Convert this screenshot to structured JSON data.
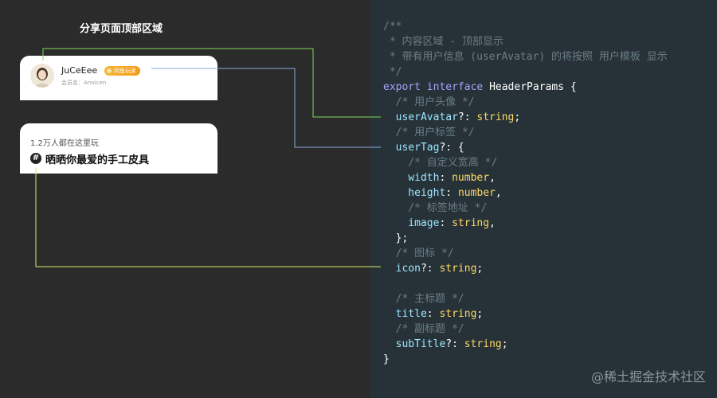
{
  "left": {
    "title": "分享页面顶部区域",
    "user_card": {
      "name": "JuCeEee",
      "tag": "闲鱼玩家",
      "meta": "会员名：Annicen"
    },
    "topic_card": {
      "count": "1.2万人都在这里玩",
      "icon": "#",
      "title": "晒晒你最爱的手工皮具"
    }
  },
  "code": {
    "lines": [
      [
        {
          "t": "/**",
          "c": "comment"
        }
      ],
      [
        {
          "t": " * 内容区域 - 顶部显示",
          "c": "comment"
        }
      ],
      [
        {
          "t": " * 带有用户信息 (userAvatar) 的将按照 用户模板 显示",
          "c": "comment"
        }
      ],
      [
        {
          "t": " */",
          "c": "comment"
        }
      ],
      [
        {
          "t": "export",
          "c": "keyword"
        },
        {
          "t": " ",
          "c": "punc"
        },
        {
          "t": "interface",
          "c": "keyword"
        },
        {
          "t": " HeaderParams {",
          "c": "punc"
        }
      ],
      [
        {
          "t": "  /* 用户头像 */",
          "c": "comment"
        }
      ],
      [
        {
          "t": "  userAvatar",
          "c": "prop"
        },
        {
          "t": "?: ",
          "c": "punc"
        },
        {
          "t": "string",
          "c": "type"
        },
        {
          "t": ";",
          "c": "punc"
        }
      ],
      [
        {
          "t": "  /* 用户标签 */",
          "c": "comment"
        }
      ],
      [
        {
          "t": "  userTag",
          "c": "prop"
        },
        {
          "t": "?: {",
          "c": "punc"
        }
      ],
      [
        {
          "t": "    /* 自定义宽高 */",
          "c": "comment"
        }
      ],
      [
        {
          "t": "    width",
          "c": "prop"
        },
        {
          "t": ": ",
          "c": "punc"
        },
        {
          "t": "number",
          "c": "type"
        },
        {
          "t": ",",
          "c": "punc"
        }
      ],
      [
        {
          "t": "    height",
          "c": "prop"
        },
        {
          "t": ": ",
          "c": "punc"
        },
        {
          "t": "number",
          "c": "type"
        },
        {
          "t": ",",
          "c": "punc"
        }
      ],
      [
        {
          "t": "    /* 标签地址 */",
          "c": "comment"
        }
      ],
      [
        {
          "t": "    image",
          "c": "prop"
        },
        {
          "t": ": ",
          "c": "punc"
        },
        {
          "t": "string",
          "c": "type"
        },
        {
          "t": ",",
          "c": "punc"
        }
      ],
      [
        {
          "t": "  };",
          "c": "punc"
        }
      ],
      [
        {
          "t": "  /* 图标 */",
          "c": "comment"
        }
      ],
      [
        {
          "t": "  icon",
          "c": "prop"
        },
        {
          "t": "?: ",
          "c": "punc"
        },
        {
          "t": "string",
          "c": "type"
        },
        {
          "t": ";",
          "c": "punc"
        }
      ],
      [],
      [
        {
          "t": "  /* 主标题 */",
          "c": "comment"
        }
      ],
      [
        {
          "t": "  title",
          "c": "prop"
        },
        {
          "t": ": ",
          "c": "punc"
        },
        {
          "t": "string",
          "c": "type"
        },
        {
          "t": ";",
          "c": "punc"
        }
      ],
      [
        {
          "t": "  /* 副标题 */",
          "c": "comment"
        }
      ],
      [
        {
          "t": "  subTitle",
          "c": "prop"
        },
        {
          "t": "?: ",
          "c": "punc"
        },
        {
          "t": "string",
          "c": "type"
        },
        {
          "t": ";",
          "c": "punc"
        }
      ],
      [
        {
          "t": "}",
          "c": "punc"
        }
      ]
    ]
  },
  "connectors": [
    {
      "name": "avatar-connector",
      "color": "#7ed957"
    },
    {
      "name": "tag-connector",
      "color": "#8aa8d8"
    },
    {
      "name": "icon-connector",
      "color": "#d8e86a"
    }
  ],
  "watermark": "@稀土掘金技术社区"
}
